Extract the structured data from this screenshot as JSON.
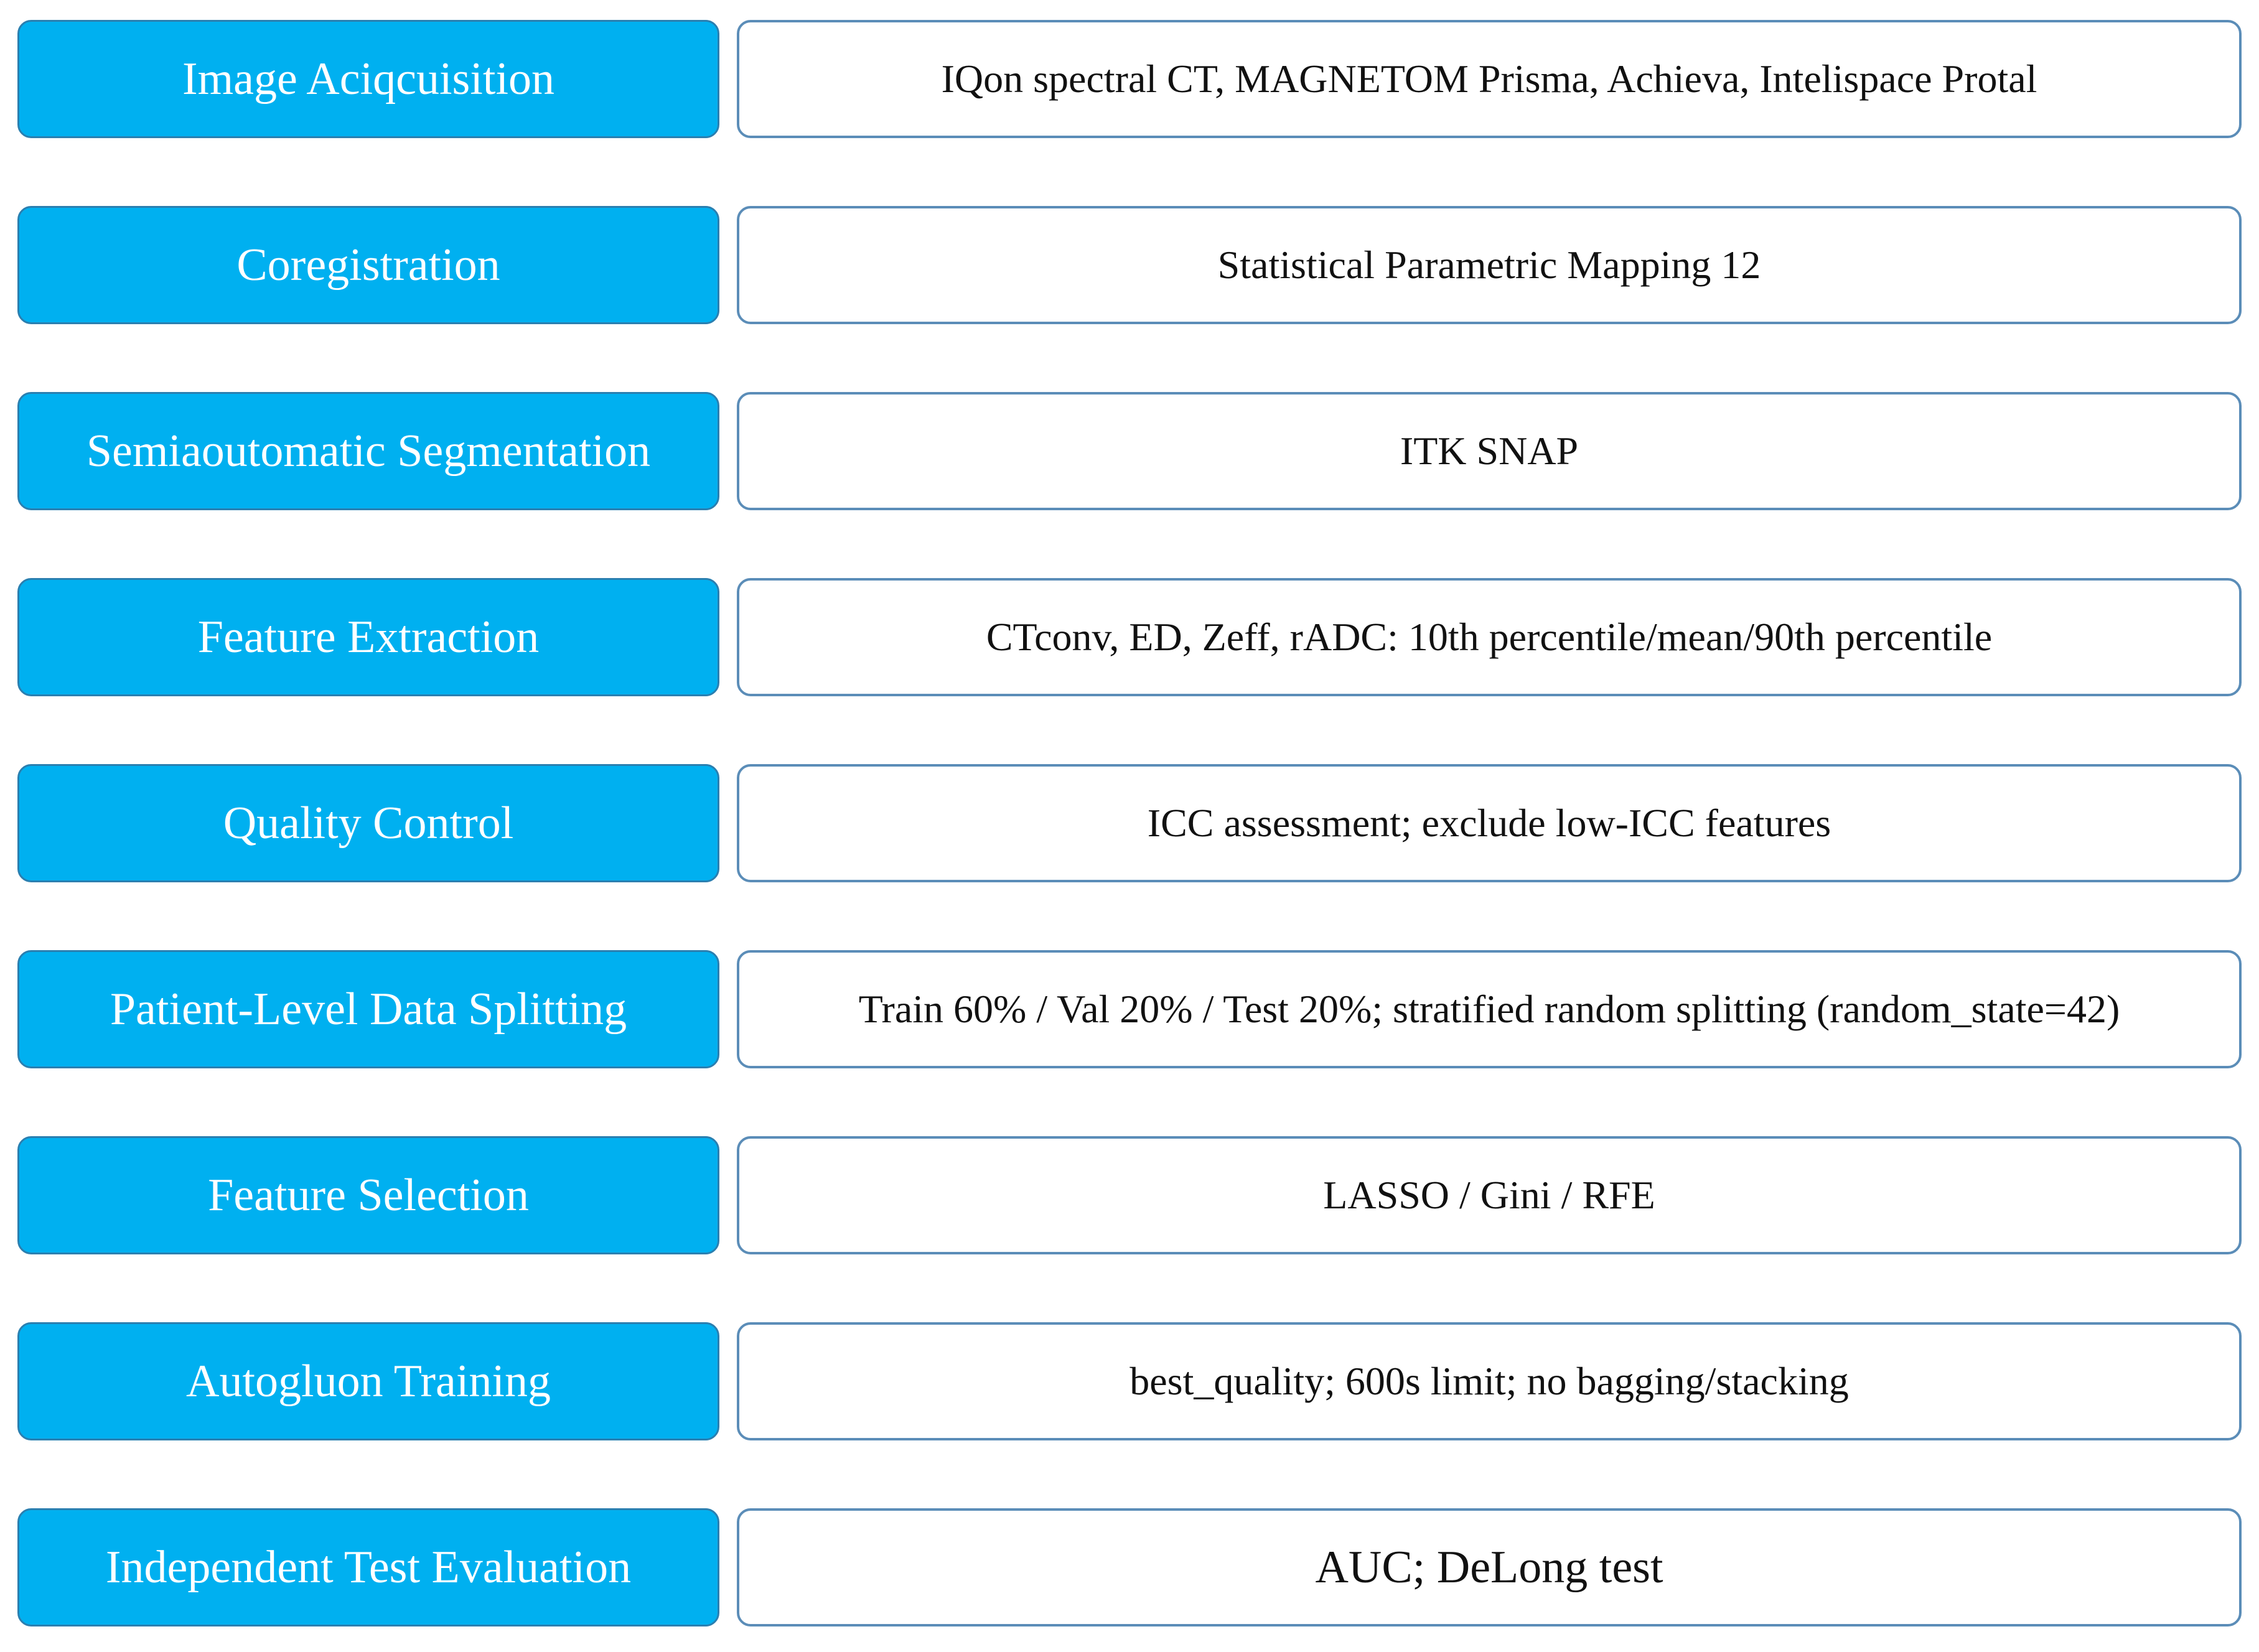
{
  "colors": {
    "step_fill": "#00b0f0",
    "step_border": "#2a7fb0",
    "detail_border": "#5b8db8",
    "step_text": "#ffffff",
    "detail_text": "#111111"
  },
  "rows": [
    {
      "step": "Image Aciqcuisition",
      "detail": "IQon spectral CT, MAGNETOM Prisma, Achieva, Intelispace Protal"
    },
    {
      "step": "Coregistration",
      "detail": "Statistical Parametric Mapping 12"
    },
    {
      "step": "Semiaoutomatic Segmentation",
      "detail": "ITK SNAP"
    },
    {
      "step": "Feature Extraction",
      "detail": "CTconv, ED, Zeff, rADC: 10th percentile/mean/90th percentile"
    },
    {
      "step": "Quality Control",
      "detail": "ICC assessment; exclude low-ICC features"
    },
    {
      "step": "Patient-Level Data Splitting",
      "detail": "Train 60% / Val 20% / Test 20%; stratified random splitting (random_state=42)"
    },
    {
      "step": "Feature Selection",
      "detail": "LASSO / Gini / RFE"
    },
    {
      "step": "Autogluon Training",
      "detail": "best_quality; 600s limit; no bagging/stacking"
    },
    {
      "step": "Independent Test Evaluation",
      "detail": "AUC; DeLong test"
    }
  ]
}
